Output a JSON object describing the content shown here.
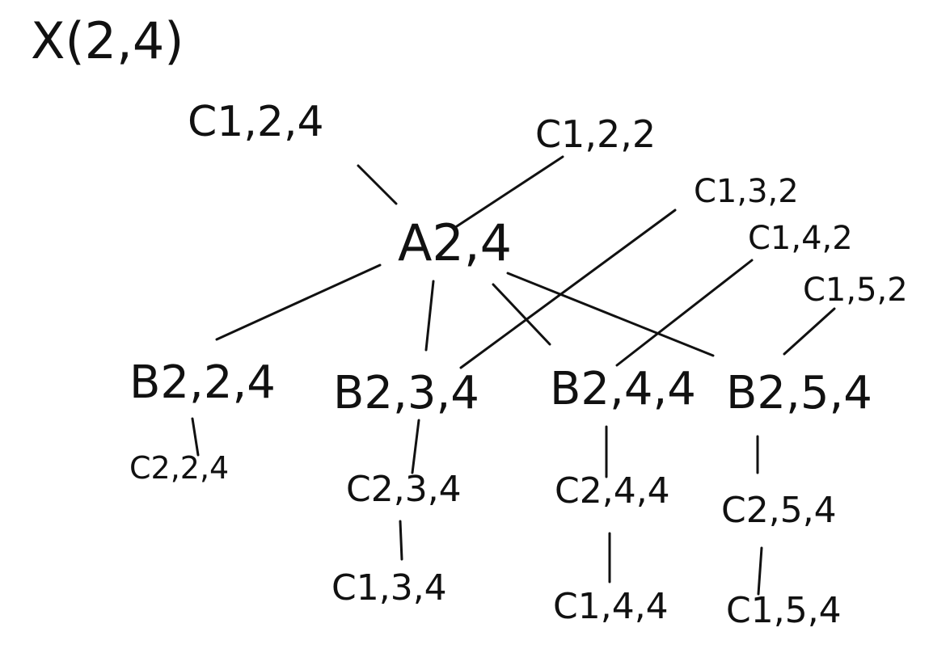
{
  "title": "X(2,4)",
  "nodes": [
    {
      "id": "c124",
      "label": "C1,2,4"
    },
    {
      "id": "c122",
      "label": "C1,2,2"
    },
    {
      "id": "c132",
      "label": "C1,3,2"
    },
    {
      "id": "c142",
      "label": "C1,4,2"
    },
    {
      "id": "c152",
      "label": "C1,5,2"
    },
    {
      "id": "a24",
      "label": "A2,4"
    },
    {
      "id": "b224",
      "label": "B2,2,4"
    },
    {
      "id": "b234",
      "label": "B2,3,4"
    },
    {
      "id": "b244",
      "label": "B2,4,4"
    },
    {
      "id": "b254",
      "label": "B2,5,4"
    },
    {
      "id": "c224",
      "label": "C2,2,4"
    },
    {
      "id": "c234",
      "label": "C2,3,4"
    },
    {
      "id": "c244",
      "label": "C2,4,4"
    },
    {
      "id": "c254",
      "label": "C2,5,4"
    },
    {
      "id": "c134",
      "label": "C1,3,4"
    },
    {
      "id": "c144",
      "label": "C1,4,4"
    },
    {
      "id": "c154",
      "label": "C1,5,4"
    }
  ],
  "edges": [
    [
      "c124",
      "a24"
    ],
    [
      "c122",
      "a24"
    ],
    [
      "a24",
      "b224"
    ],
    [
      "a24",
      "b234"
    ],
    [
      "a24",
      "b244"
    ],
    [
      "a24",
      "b254"
    ],
    [
      "c132",
      "b234"
    ],
    [
      "c142",
      "b244"
    ],
    [
      "c152",
      "b254"
    ],
    [
      "b224",
      "c224"
    ],
    [
      "b234",
      "c234"
    ],
    [
      "c234",
      "c134"
    ],
    [
      "b244",
      "c244"
    ],
    [
      "c244",
      "c144"
    ],
    [
      "b254",
      "c254"
    ],
    [
      "c254",
      "c154"
    ]
  ]
}
